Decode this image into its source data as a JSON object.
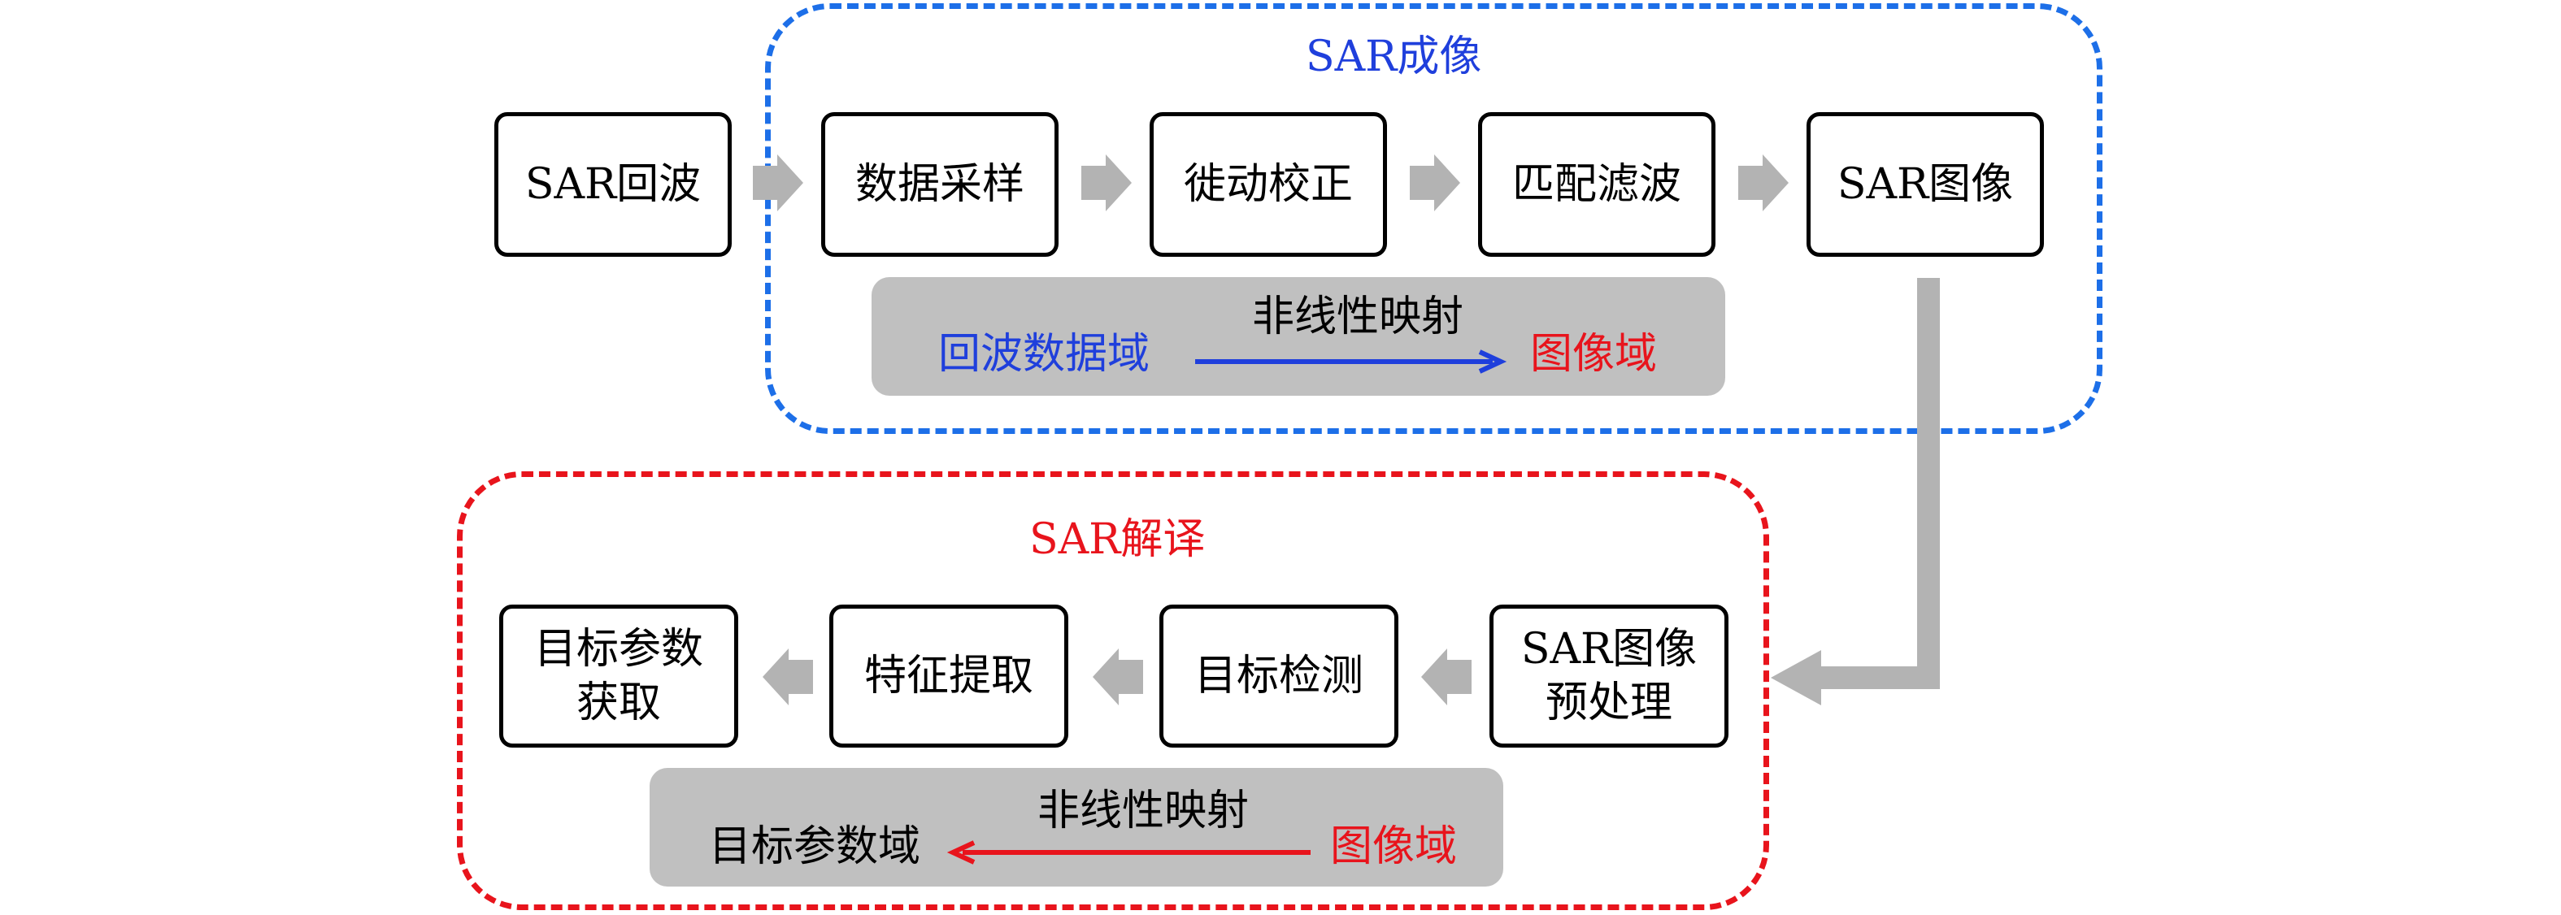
{
  "regions": {
    "imaging": {
      "title": "SAR成像"
    },
    "interpretation": {
      "title": "SAR解译"
    }
  },
  "imaging_steps": [
    "SAR回波",
    "数据采样",
    "徙动校正",
    "匹配滤波",
    "SAR图像"
  ],
  "interp_steps": {
    "preprocess": [
      "SAR图像",
      "预处理"
    ],
    "detection": "目标检测",
    "feature": "特征提取",
    "params": [
      "目标参数",
      "获取"
    ]
  },
  "imaging_band": {
    "from": "回波数据域",
    "relation": "非线性映射",
    "to": "图像域"
  },
  "interp_band": {
    "from": "图像域",
    "relation": "非线性映射",
    "to": "目标参数域"
  },
  "colors": {
    "imaging": "#1f3fdc",
    "interpretation": "#e8141c",
    "arrow": "#b3b3b3",
    "band": "#c0c0c0"
  }
}
